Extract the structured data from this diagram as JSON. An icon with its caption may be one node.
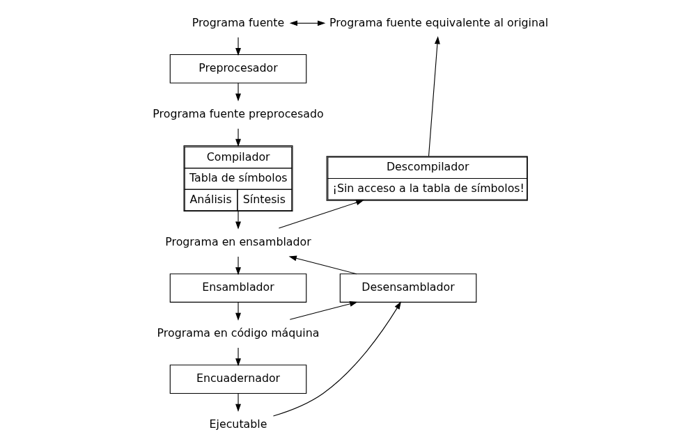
{
  "diagram": {
    "nodes": [
      {
        "text": [
          "Programa fuente"
        ]
      },
      {
        "text": [
          "Programa fuente equivalente al original"
        ]
      },
      {
        "text": [
          "Preprocesador"
        ]
      },
      {
        "text": [
          "Programa fuente preprocesado"
        ]
      },
      {
        "text": [
          "Compilador",
          "Tabla de símbolos",
          "Análisis",
          "Síntesis"
        ]
      },
      {
        "text": [
          "Programa en ensamblador"
        ]
      },
      {
        "text": [
          "Ensamblador"
        ]
      },
      {
        "text": [
          "Programa en código máquina"
        ]
      },
      {
        "text": [
          "Encuadernador"
        ]
      },
      {
        "text": [
          "Ejecutable"
        ]
      },
      {
        "text": [
          "Descompilador",
          "¡Sin acceso a la tabla de símbolos!"
        ]
      },
      {
        "text": [
          "Desensamblador"
        ]
      }
    ],
    "edges": [
      {
        "from": 0,
        "to": 1,
        "arrow": "both"
      },
      {
        "from": 0,
        "to": 2,
        "arrow": "to"
      },
      {
        "from": 2,
        "to": 3,
        "arrow": "to"
      },
      {
        "from": 3,
        "to": 4,
        "arrow": "to"
      },
      {
        "from": 4,
        "to": 5,
        "arrow": "to"
      },
      {
        "from": 5,
        "to": 6,
        "arrow": "to"
      },
      {
        "from": 6,
        "to": 7,
        "arrow": "to"
      },
      {
        "from": 7,
        "to": 8,
        "arrow": "to"
      },
      {
        "from": 8,
        "to": 9,
        "arrow": "to"
      },
      {
        "from": 5,
        "to": 10,
        "arrow": "to"
      },
      {
        "from": 10,
        "to": 1,
        "arrow": "to"
      },
      {
        "from": 11,
        "to": 5,
        "arrow": "to"
      },
      {
        "from": 7,
        "to": 11,
        "arrow": "to"
      },
      {
        "from": 9,
        "to": 11,
        "arrow": "to"
      }
    ]
  }
}
